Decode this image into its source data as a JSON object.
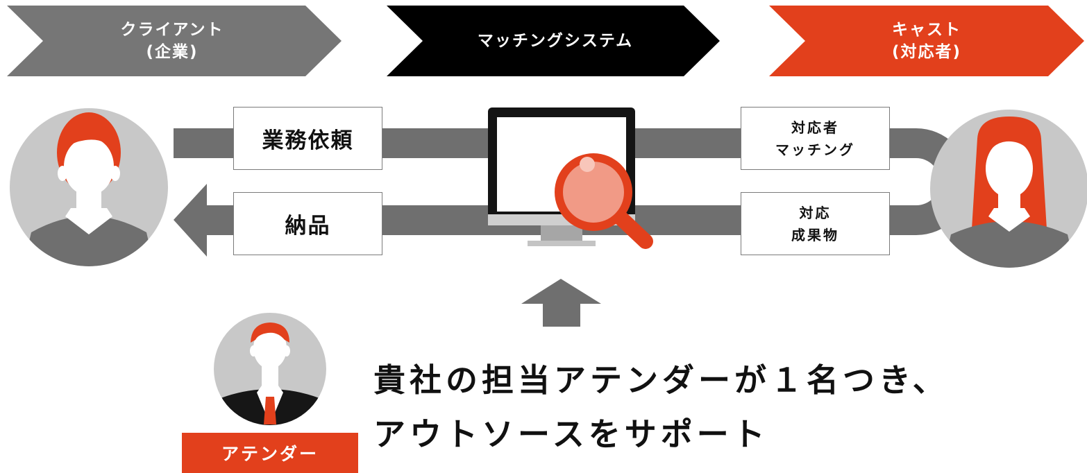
{
  "flow_stages": {
    "client": "クライアント\n(企業)",
    "system": "マッチングシステム",
    "cast": "キャスト\n(対応者)"
  },
  "flow_steps": {
    "request": "業務依頼",
    "delivery": "納品",
    "matching": "対応者\nマッチング",
    "deliverable": "対応\n成果物"
  },
  "tagline": {
    "line1": "貴社の担当アテンダーが１名つき、",
    "line2": "アウトソースをサポート"
  },
  "attendant": {
    "label": "アテンダー"
  },
  "colors": {
    "accent_red": "#e2401c",
    "dark_gray": "#6f6f6f",
    "black": "#111111",
    "avatar_bg": "#c8c8c8"
  },
  "icons": [
    "client-avatar-icon",
    "cast-avatar-icon",
    "attendant-avatar-icon",
    "monitor-icon",
    "magnifier-icon",
    "up-arrow-icon"
  ]
}
